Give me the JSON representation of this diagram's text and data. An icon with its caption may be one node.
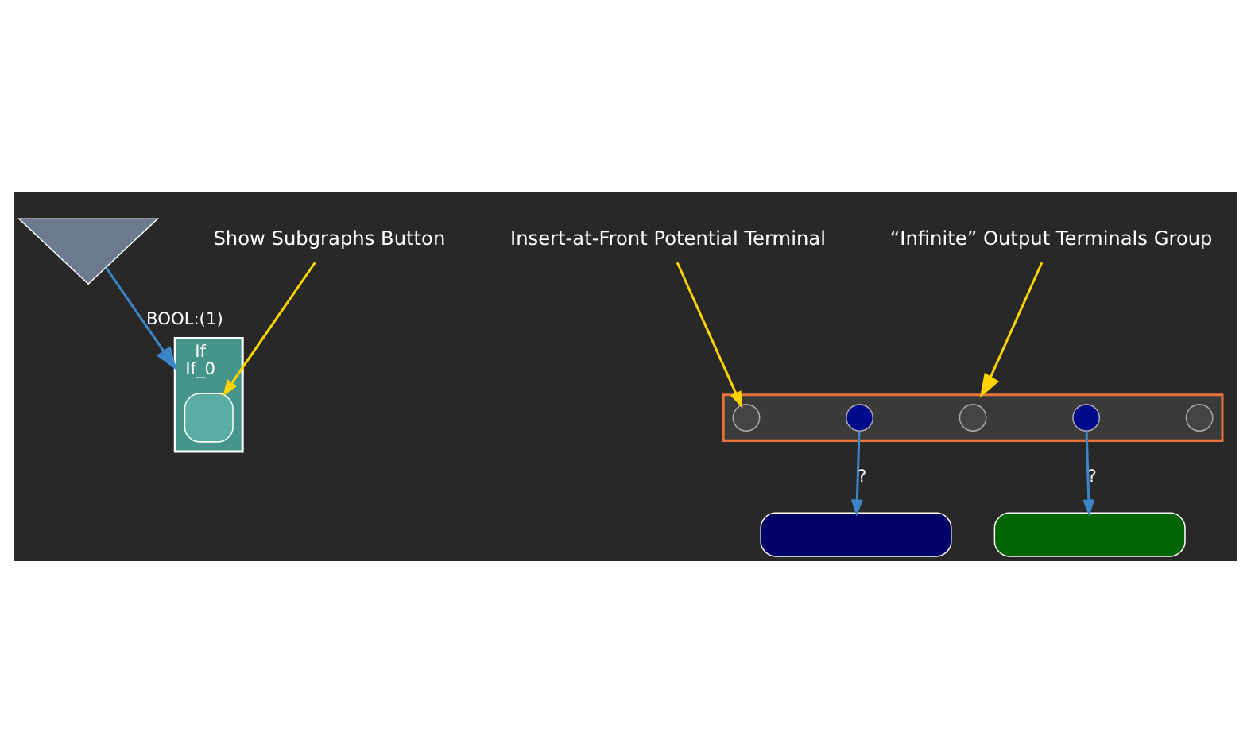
{
  "diagram": {
    "nodes": [
      {
        "text": [],
        "shape": "triangle"
      },
      {
        "text": [
          "If",
          "If_0"
        ]
      },
      {
        "text": [],
        "shape": "box",
        "in": 1
      },
      {
        "text": [],
        "shape": "box"
      },
      {
        "text": [],
        "shape": "circle",
        "in": 3
      },
      {
        "text": [],
        "shape": "circle",
        "in": 3
      },
      {
        "text": [],
        "shape": "circle",
        "in": 3
      },
      {
        "text": [],
        "shape": "circle",
        "in": 3
      },
      {
        "text": [],
        "shape": "circle",
        "in": 3
      },
      {
        "text": [],
        "shape": "box"
      },
      {
        "text": [],
        "shape": "box"
      },
      {
        "text": [
          "Show Subgraphs Button"
        ]
      },
      {
        "text": [
          "“Infinite” Output Terminals Group"
        ]
      },
      {
        "text": [
          "Insert-at-Front Potential Terminal"
        ]
      }
    ],
    "edges": [
      {
        "from": 0,
        "to": 1,
        "arrow": "to",
        "label": "BOOL:(1)"
      },
      {
        "from": 5,
        "to": 9,
        "arrow": "to",
        "label": "?"
      },
      {
        "from": 7,
        "to": 10,
        "arrow": "to",
        "label": "?"
      },
      {
        "from": 11,
        "to": 2,
        "arrow": "to",
        "color": "#ffd400"
      },
      {
        "from": 12,
        "to": 3,
        "arrow": "to",
        "color": "#ffd400"
      },
      {
        "from": 13,
        "to": 4,
        "arrow": "to",
        "color": "#ffd400"
      }
    ]
  }
}
